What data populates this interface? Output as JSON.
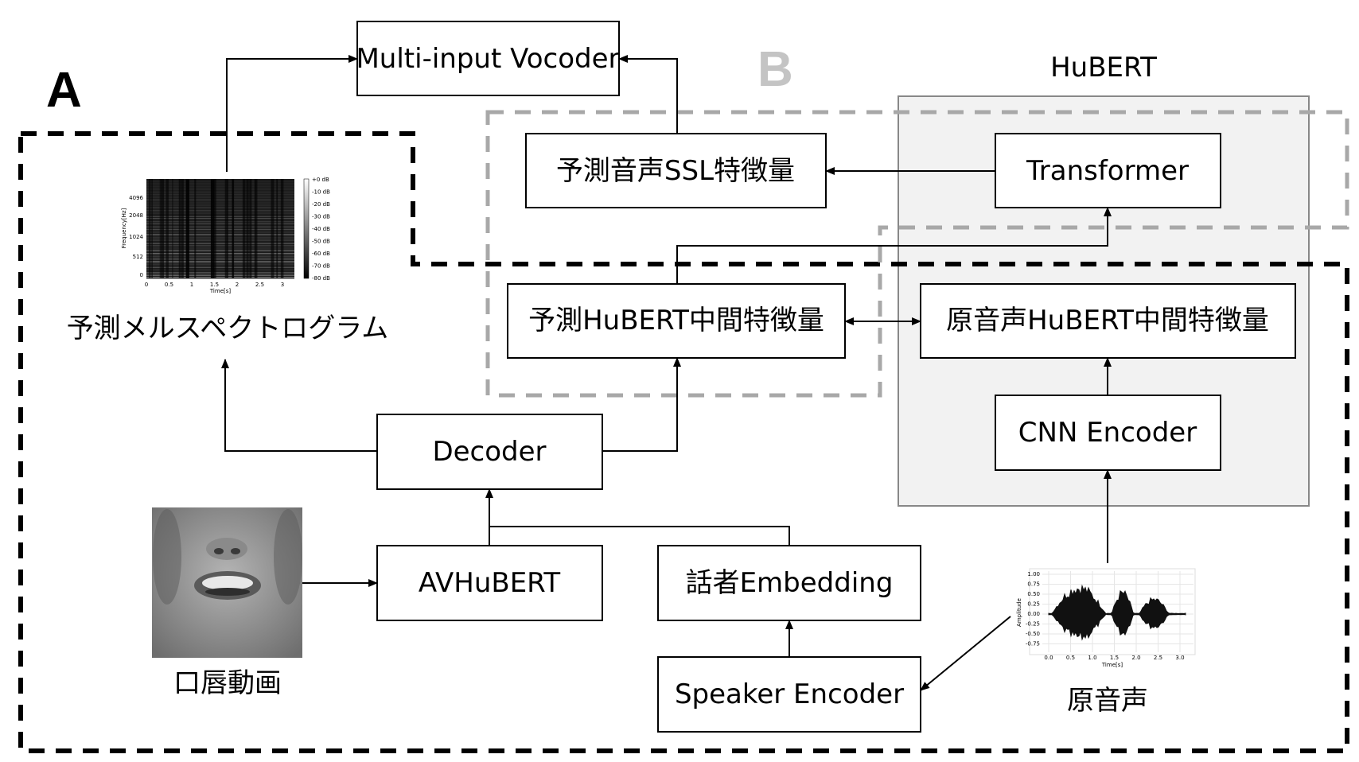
{
  "regions": {
    "a_label": "A",
    "b_label": "B",
    "hubert_title": "HuBERT"
  },
  "boxes": {
    "vocoder": "Multi-input Vocoder",
    "ssl_feature": "予測音声SSL特徴量",
    "transformer": "Transformer",
    "pred_hubert": "予測HuBERT中間特徴量",
    "orig_hubert": "原音声HuBERT中間特徴量",
    "cnn_encoder": "CNN Encoder",
    "decoder": "Decoder",
    "avhubert": "AVHuBERT",
    "speaker_embedding": "話者Embedding",
    "speaker_encoder": "Speaker Encoder"
  },
  "labels": {
    "mel": "予測メルスペクトログラム",
    "lip_video": "口唇動画",
    "orig_audio": "原音声"
  },
  "spectrogram": {
    "y_label": "Frequency[Hz]",
    "x_label": "Time[s]",
    "y_ticks": [
      "4096",
      "2048",
      "1024",
      "512",
      "0"
    ],
    "x_ticks": [
      "0",
      "0.5",
      "1",
      "1.5",
      "2",
      "2.5",
      "3"
    ],
    "colorbar_ticks": [
      "+0 dB",
      "-10 dB",
      "-20 dB",
      "-30 dB",
      "-40 dB",
      "-50 dB",
      "-60 dB",
      "-70 dB",
      "-80 dB"
    ]
  },
  "waveform": {
    "y_label": "Amplitude",
    "x_label": "Time[s]",
    "y_ticks": [
      "1.00",
      "0.75",
      "0.50",
      "0.25",
      "0.00",
      "-0.25",
      "-0.50",
      "-0.75"
    ],
    "x_ticks": [
      "0.0",
      "0.5",
      "1.0",
      "1.5",
      "2.0",
      "2.5",
      "3.0"
    ]
  },
  "colors": {
    "region_a": "#000000",
    "region_b": "#a8a8a8",
    "hubert_fill": "#f2f2f2",
    "hubert_border": "#888888"
  }
}
